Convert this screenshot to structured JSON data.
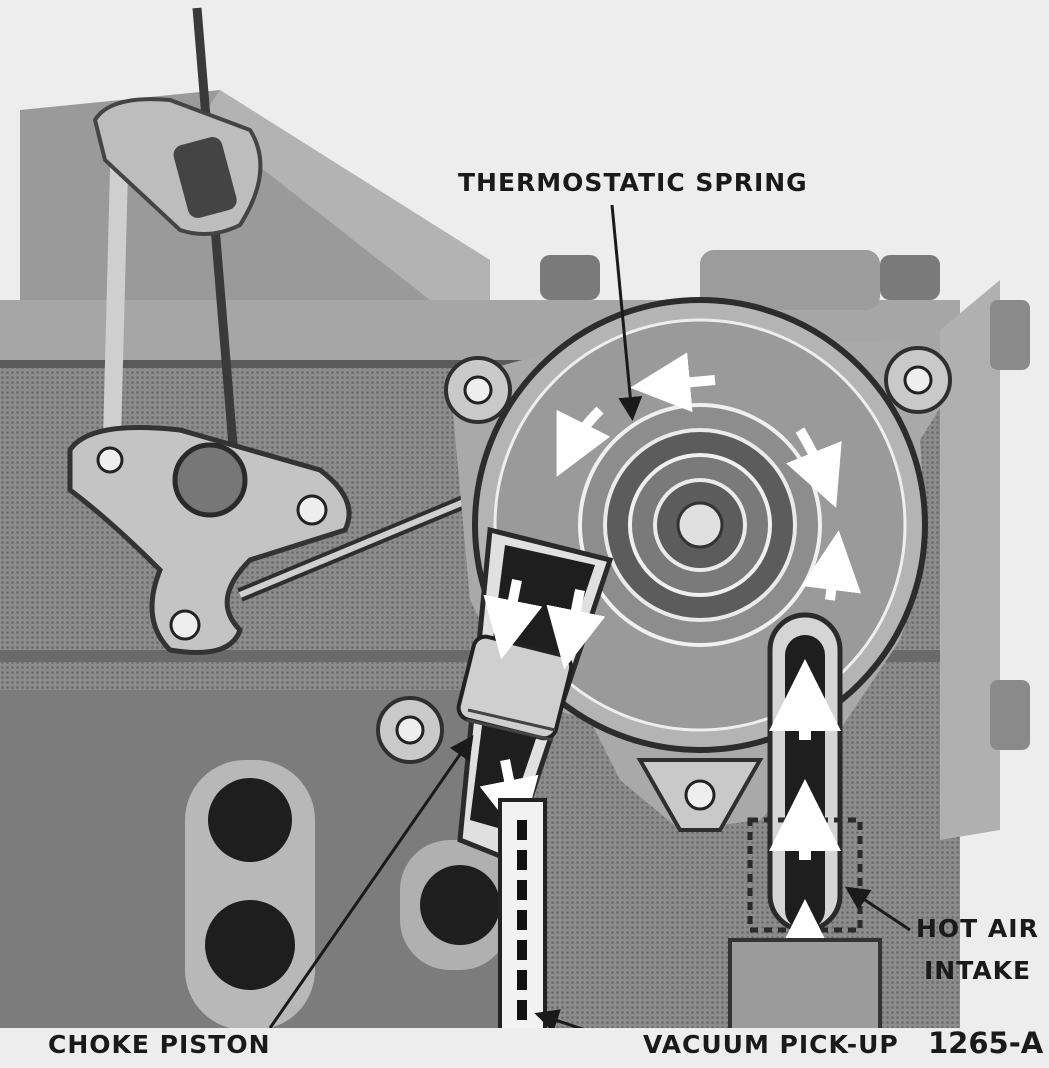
{
  "labels": {
    "thermostatic_spring": "THERMOSTATIC SPRING",
    "hot_air_intake_line1": "HOT AIR",
    "hot_air_intake_line2": "INTAKE",
    "choke_piston": "CHOKE PISTON",
    "vacuum_pickup": "VACUUM PICK-UP",
    "figure_number": "1265-A"
  }
}
